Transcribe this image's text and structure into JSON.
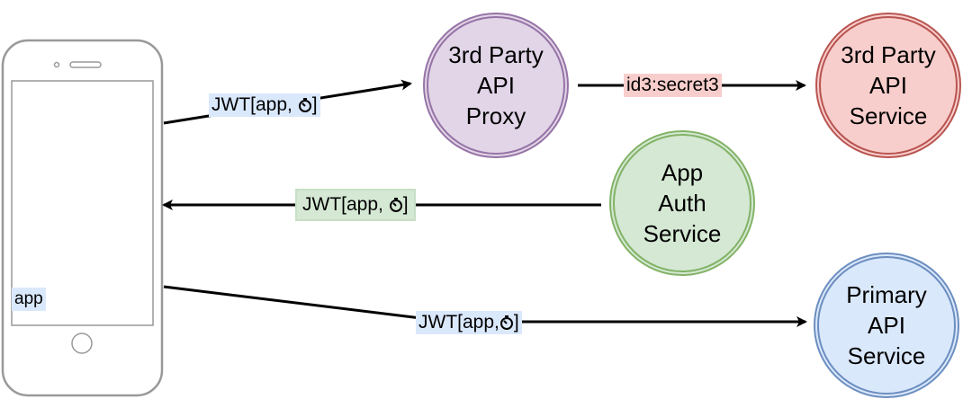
{
  "phone": {
    "label": "app"
  },
  "nodes": {
    "proxy": {
      "lines": [
        "3rd Party",
        "API",
        "Proxy"
      ],
      "fill": "#e1d5e7",
      "stroke": "#9673a6"
    },
    "third": {
      "lines": [
        "3rd Party",
        "API",
        "Service"
      ],
      "fill": "#f8cecc",
      "stroke": "#b85450"
    },
    "auth": {
      "lines": [
        "App",
        "Auth",
        "Service"
      ],
      "fill": "#d5e8d4",
      "stroke": "#82b366"
    },
    "primary": {
      "lines": [
        "Primary",
        "API",
        "Service"
      ],
      "fill": "#dae8fc",
      "stroke": "#6c8ebf"
    }
  },
  "edges": {
    "app_to_proxy": {
      "label": "JWT[app, ",
      "suffix": "]",
      "icon": "timer-icon"
    },
    "proxy_to_third": {
      "label": "id3:secret3"
    },
    "auth_to_app": {
      "label": "JWT[app, ",
      "suffix": "]",
      "icon": "timer-icon"
    },
    "app_to_primary": {
      "label": "JWT[app,",
      "suffix": "]",
      "icon": "timer-icon"
    }
  }
}
